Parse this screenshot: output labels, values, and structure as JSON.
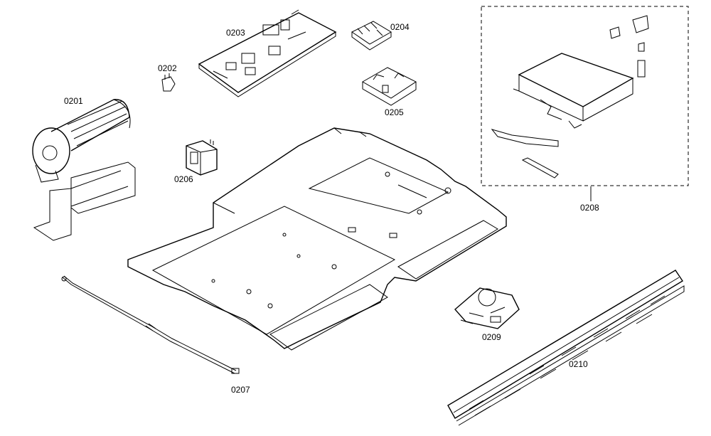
{
  "diagram": {
    "labels": {
      "p0201": "0201",
      "p0202": "0202",
      "p0203": "0203",
      "p0204": "0204",
      "p0205": "0205",
      "p0206": "0206",
      "p0207": "0207",
      "p0208": "0208",
      "p0209": "0209",
      "p0210": "0210"
    }
  }
}
